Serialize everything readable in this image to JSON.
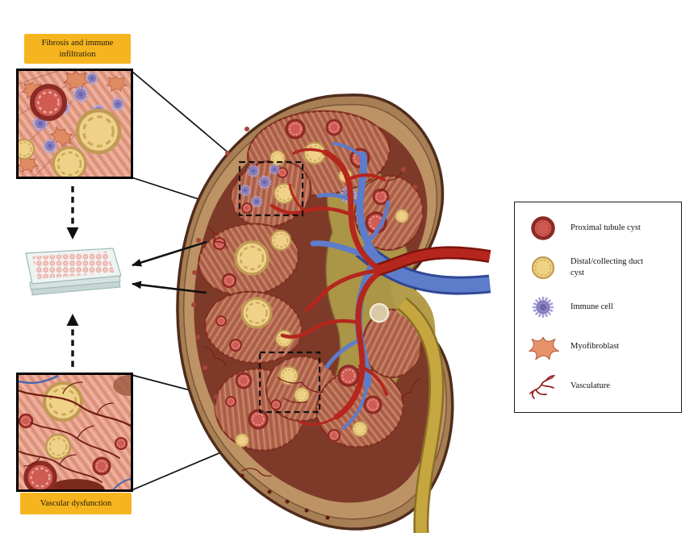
{
  "figure": {
    "callouts": {
      "top": "Fibrosis and immune infiltration",
      "bottom": "Vascular dysfunction"
    }
  },
  "legend": {
    "items": [
      {
        "icon": "proximal-tubule-cyst-icon",
        "label": "Proximal tubule cyst",
        "color": "#ce5a52"
      },
      {
        "icon": "distal-collecting-duct-cyst-icon",
        "label": "Distal/collecting duct cyst",
        "color": "#f0d283"
      },
      {
        "icon": "immune-cell-icon",
        "label": "Immune cell",
        "color": "#8d86c4"
      },
      {
        "icon": "myofibroblast-icon",
        "label": "Myofibroblast",
        "color": "#e8926b"
      },
      {
        "icon": "vasculature-icon",
        "label": "Vasculature",
        "color": "#8f1d16"
      }
    ]
  },
  "colors": {
    "callout_bg": "#f6b51f",
    "kidney_capsule": "#a87f54",
    "kidney_cortex": "#bd9265",
    "kidney_outline": "#4f2d1c",
    "lobe": "#b2674f",
    "lobe_outline": "#802d20",
    "sinus": "#ab9546",
    "renal_artery": "#b5261d",
    "renal_vein": "#5d7cc9",
    "ureter": "#c6a63e",
    "tissue": "#e8a08b",
    "arrow": "#111111"
  }
}
